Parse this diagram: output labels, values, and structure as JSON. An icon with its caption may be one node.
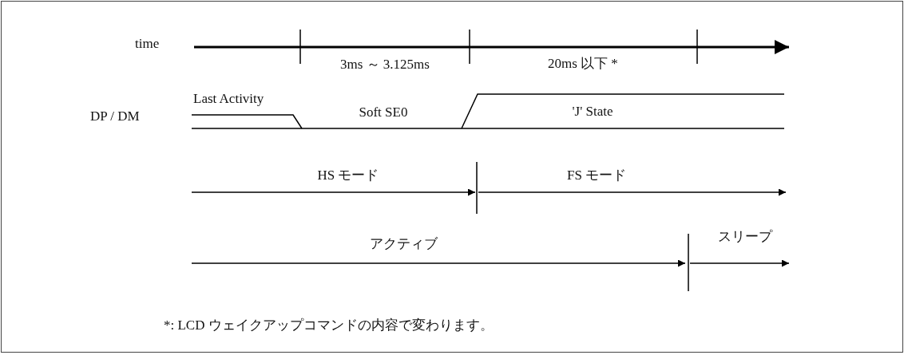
{
  "diagram": {
    "labels": [
      "time",
      "3ms ～ 3.125ms",
      "20ms 以下 *",
      "Last Activity",
      "DP / DM",
      "Soft SE0",
      "'J' State",
      "HS モード",
      "FS モード",
      "アクティブ",
      "スリープ",
      "*:  LCD ウェイクアップコマンドの内容で変わります。"
    ]
  }
}
